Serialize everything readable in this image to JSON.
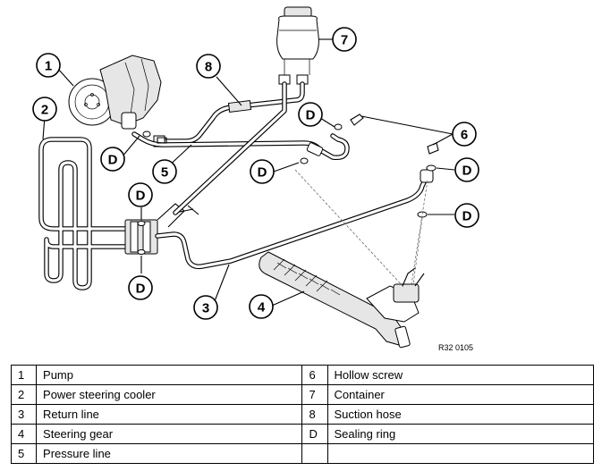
{
  "callouts": {
    "c1": "1",
    "c2": "2",
    "c3": "3",
    "c4": "4",
    "c5": "5",
    "c6": "6",
    "c7": "7",
    "c8": "8",
    "d": "D"
  },
  "figure_ref": "R32 0105",
  "legend": [
    {
      "num": "1",
      "label": "Pump",
      "num2": "6",
      "label2": "Hollow screw"
    },
    {
      "num": "2",
      "label": "Power steering cooler",
      "num2": "7",
      "label2": "Container"
    },
    {
      "num": "3",
      "label": "Return line",
      "num2": "8",
      "label2": "Suction hose"
    },
    {
      "num": "4",
      "label": "Steering gear",
      "num2": "D",
      "label2": "Sealing ring"
    },
    {
      "num": "5",
      "label": "Pressure line",
      "num2": "",
      "label2": ""
    }
  ]
}
